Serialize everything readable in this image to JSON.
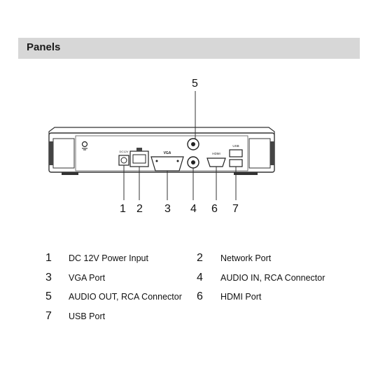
{
  "header": {
    "title": "Panels"
  },
  "diagram": {
    "callouts": [
      "1",
      "2",
      "3",
      "4",
      "5",
      "6",
      "7"
    ],
    "port_labels": {
      "power": "DC12V",
      "vga": "VGA",
      "hdmi": "HDMI",
      "usb": "USB"
    }
  },
  "legend": [
    {
      "num": "1",
      "label": "DC 12V Power Input"
    },
    {
      "num": "2",
      "label": "Network Port"
    },
    {
      "num": "3",
      "label": "VGA Port"
    },
    {
      "num": "4",
      "label": "AUDIO IN, RCA Connector"
    },
    {
      "num": "5",
      "label": "AUDIO OUT, RCA Connector"
    },
    {
      "num": "6",
      "label": "HDMI Port"
    },
    {
      "num": "7",
      "label": "USB Port"
    }
  ]
}
